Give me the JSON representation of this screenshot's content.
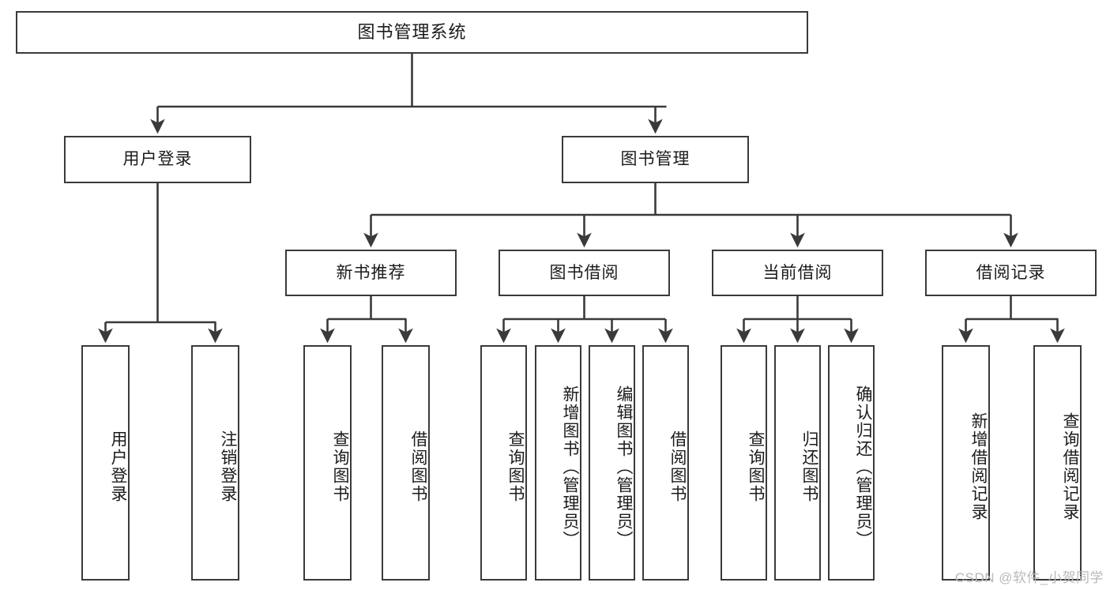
{
  "diagram": {
    "title": "图书管理系统",
    "type": "hierarchy-tree",
    "colors": {
      "box_border": "#3a3a3a",
      "box_fill": "#ffffff",
      "edge": "#3a3a3a",
      "text": "#1b1b1b",
      "watermark": "#b9b9b9"
    },
    "root": {
      "label": "图书管理系统"
    },
    "level2": [
      {
        "label": "用户登录"
      },
      {
        "label": "图书管理"
      }
    ],
    "level3": [
      {
        "label": "新书推荐"
      },
      {
        "label": "图书借阅"
      },
      {
        "label": "当前借阅"
      },
      {
        "label": "借阅记录"
      }
    ],
    "leaves": {
      "user_login": [
        {
          "label": "用户登录"
        },
        {
          "label": "注销登录"
        }
      ],
      "new_book_rec": [
        {
          "label": "查询图书"
        },
        {
          "label": "借阅图书"
        }
      ],
      "book_borrow": [
        {
          "label": "查询图书"
        },
        {
          "label": "新增图书（管理员）"
        },
        {
          "label": "编辑图书（管理员）"
        },
        {
          "label": "借阅图书"
        }
      ],
      "current_borrow": [
        {
          "label": "查询图书"
        },
        {
          "label": "归还图书"
        },
        {
          "label": "确认归还（管理员）"
        }
      ],
      "borrow_record": [
        {
          "label": "新增借阅记录"
        },
        {
          "label": "查询借阅记录"
        }
      ]
    }
  },
  "watermark": {
    "text": "CSDN @软件_小贺同学"
  }
}
